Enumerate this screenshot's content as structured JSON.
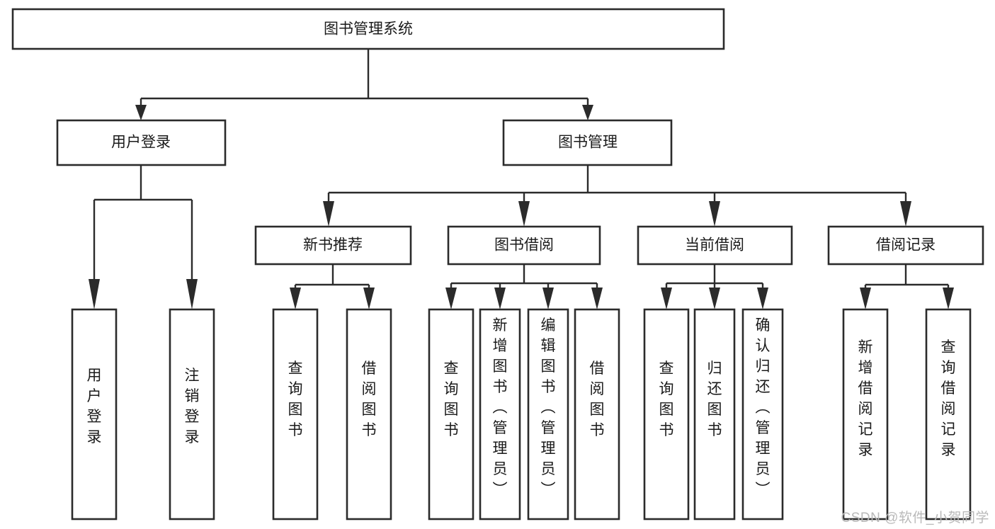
{
  "diagram": {
    "title": "图书管理系统",
    "type": "tree-hierarchy-diagram",
    "watermark": "CSDN @软件_小贺同学",
    "colors": {
      "background": "#ffffff",
      "box_stroke": "#2b2b2b",
      "box_fill": "#ffffff",
      "connector": "#2b2b2b",
      "text": "#1a1a1a",
      "watermark": "#b9b9b9"
    },
    "levels": {
      "root": {
        "label": "图书管理系统"
      },
      "level2": [
        {
          "label": "用户登录"
        },
        {
          "label": "图书管理"
        }
      ],
      "level3": [
        {
          "label": "新书推荐"
        },
        {
          "label": "图书借阅"
        },
        {
          "label": "当前借阅"
        },
        {
          "label": "借阅记录"
        }
      ],
      "leaves": {
        "user_login": [
          {
            "label": "用户登录"
          },
          {
            "label": "注销登录"
          }
        ],
        "new_book_recommend": [
          {
            "label": "查询图书"
          },
          {
            "label": "借阅图书"
          }
        ],
        "book_borrow": [
          {
            "label": "查询图书"
          },
          {
            "label": "新增图书（管理员）"
          },
          {
            "label": "编辑图书（管理员）"
          },
          {
            "label": "借阅图书"
          }
        ],
        "current_borrow": [
          {
            "label": "查询图书"
          },
          {
            "label": "归还图书"
          },
          {
            "label": "确认归还（管理员）"
          }
        ],
        "borrow_record": [
          {
            "label": "新增借阅记录"
          },
          {
            "label": "查询借阅记录"
          }
        ]
      }
    }
  }
}
